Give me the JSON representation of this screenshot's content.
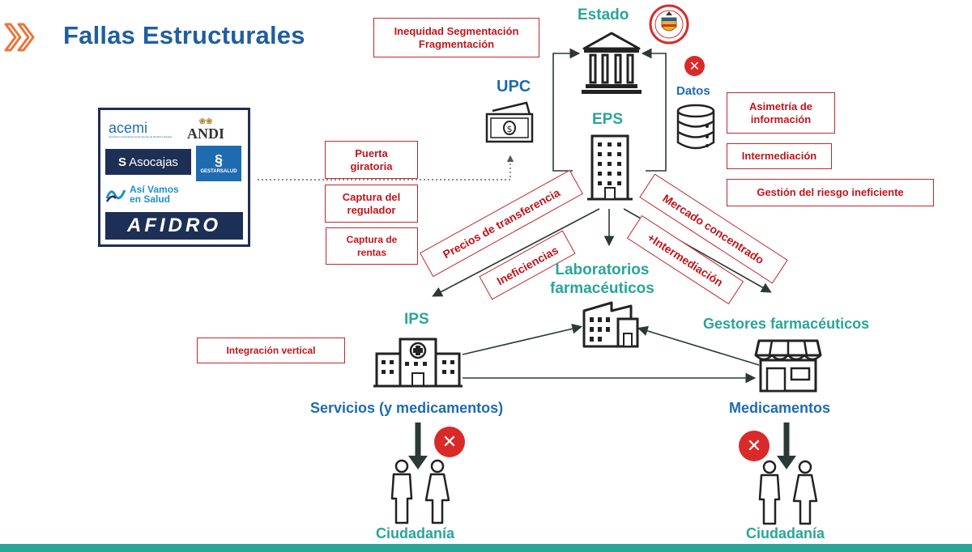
{
  "slide": {
    "title": "Fallas Estructurales"
  },
  "problem_boxes": {
    "inequidad_line1": "Inequidad Segmentación",
    "inequidad_line2": "Fragmentación",
    "asimetria_line1": "Asimetría de",
    "asimetria_line2": "información",
    "intermediacion": "Intermediación",
    "gestion_riesgo": "Gestión del riesgo ineficiente",
    "puerta_line1": "Puerta",
    "puerta_line2": "giratoria",
    "captura_reg_line1": "Captura del",
    "captura_reg_line2": "regulador",
    "captura_rentas_line1": "Captura de",
    "captura_rentas_line2": "rentas",
    "precios_transferencia": "Precios de transferencia",
    "ineficiencias": "Ineficiencias",
    "mercado_concentrado": "Mercado concentrado",
    "mas_intermediacion": "+Intermediación",
    "integracion_vertical": "Integración vertical"
  },
  "nodes": {
    "estado": "Estado",
    "eps": "EPS",
    "upc": "UPC",
    "datos": "Datos",
    "ips": "IPS",
    "laboratorios_line1": "Laboratorios",
    "laboratorios_line2": "farmacéuticos",
    "gestores": "Gestores farmacéuticos",
    "servicios": "Servicios (y medicamentos)",
    "medicamentos": "Medicamentos",
    "ciudadania_left": "Ciudadanía",
    "ciudadania_right": "Ciudadanía"
  },
  "logos": {
    "acemi": "acemi",
    "acemi_sub": "Asociación Colombiana de Empresas de Medicina Integral",
    "andi": "ANDI",
    "asocajas": "Asocajas",
    "gestarsalud": "GESTARSALUD",
    "asi_vamos_line1": "Así Vamos",
    "asi_vamos_line2": "en Salud",
    "afidro": "AFIDRO"
  },
  "icons": {
    "chevrons": "double-chevron-icon",
    "seal": "colombia-seal-icon",
    "government": "government-building-icon",
    "money": "money-bill-icon",
    "database": "database-icon",
    "office": "office-building-icon",
    "hospital": "hospital-icon",
    "factory": "factory-icon",
    "store": "store-icon",
    "people": "people-icon",
    "cross": "red-x-icon"
  },
  "colors": {
    "title_blue": "#1f5fa0",
    "teal": "#2aa598",
    "red": "#c0151b",
    "dark_arrow": "#2b3a36"
  }
}
